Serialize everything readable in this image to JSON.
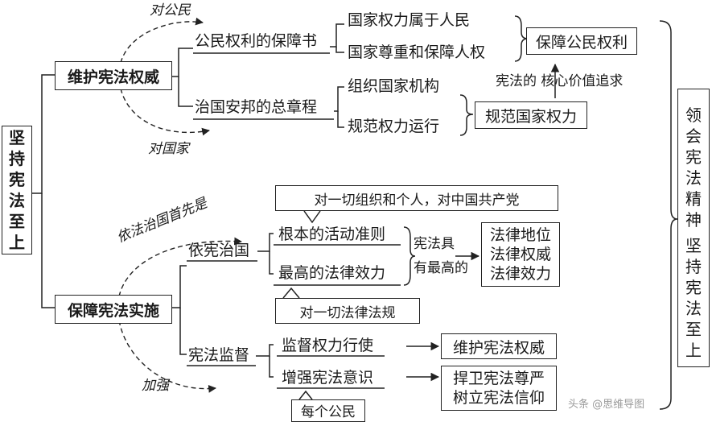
{
  "root": {
    "chars": [
      "坚",
      "持",
      "宪",
      "法",
      "至",
      "上"
    ]
  },
  "branch1": {
    "title": "维护宪法权威",
    "label_top": "对公民",
    "label_bottom": "对国家",
    "node_a": "公民权利的保障书",
    "node_a_items": [
      "国家权力属于人民",
      "国家尊重和保障人权"
    ],
    "node_a_result": "保障公民权利",
    "core_label": "宪法的 核心价值追求",
    "node_b": "治国安邦的总章程",
    "node_b_items": [
      "组织国家机构",
      "规范权力运行"
    ],
    "node_b_result": "规范国家权力"
  },
  "branch2": {
    "title": "保障宪法实施",
    "label_top": "依法治国首先是",
    "label_bottom": "加强",
    "node_a": "依宪治国",
    "callout_top": "对一切组织和个人，对中国共产党",
    "node_a_items": [
      "根本的活动准则",
      "最高的法律效力"
    ],
    "mid_label": [
      "宪法具",
      "有最高的"
    ],
    "node_a_result": [
      "法律地位",
      "法律权威",
      "法律效力"
    ],
    "callout_bottom": "对一切法律法规",
    "node_b": "宪法监督",
    "node_b_items": [
      "监督权力行使",
      "增强宪法意识"
    ],
    "node_b_results": [
      "维护宪法权威",
      [
        "捍卫宪法尊严",
        "树立宪法信仰"
      ]
    ],
    "callout_partial": "每个公民"
  },
  "right_panel": {
    "part1": [
      "领",
      "会",
      "宪",
      "法",
      "精",
      "神"
    ],
    "part2": [
      "坚",
      "持",
      "宪",
      "法",
      "至",
      "上"
    ]
  },
  "watermark": "头条 @思维导图"
}
